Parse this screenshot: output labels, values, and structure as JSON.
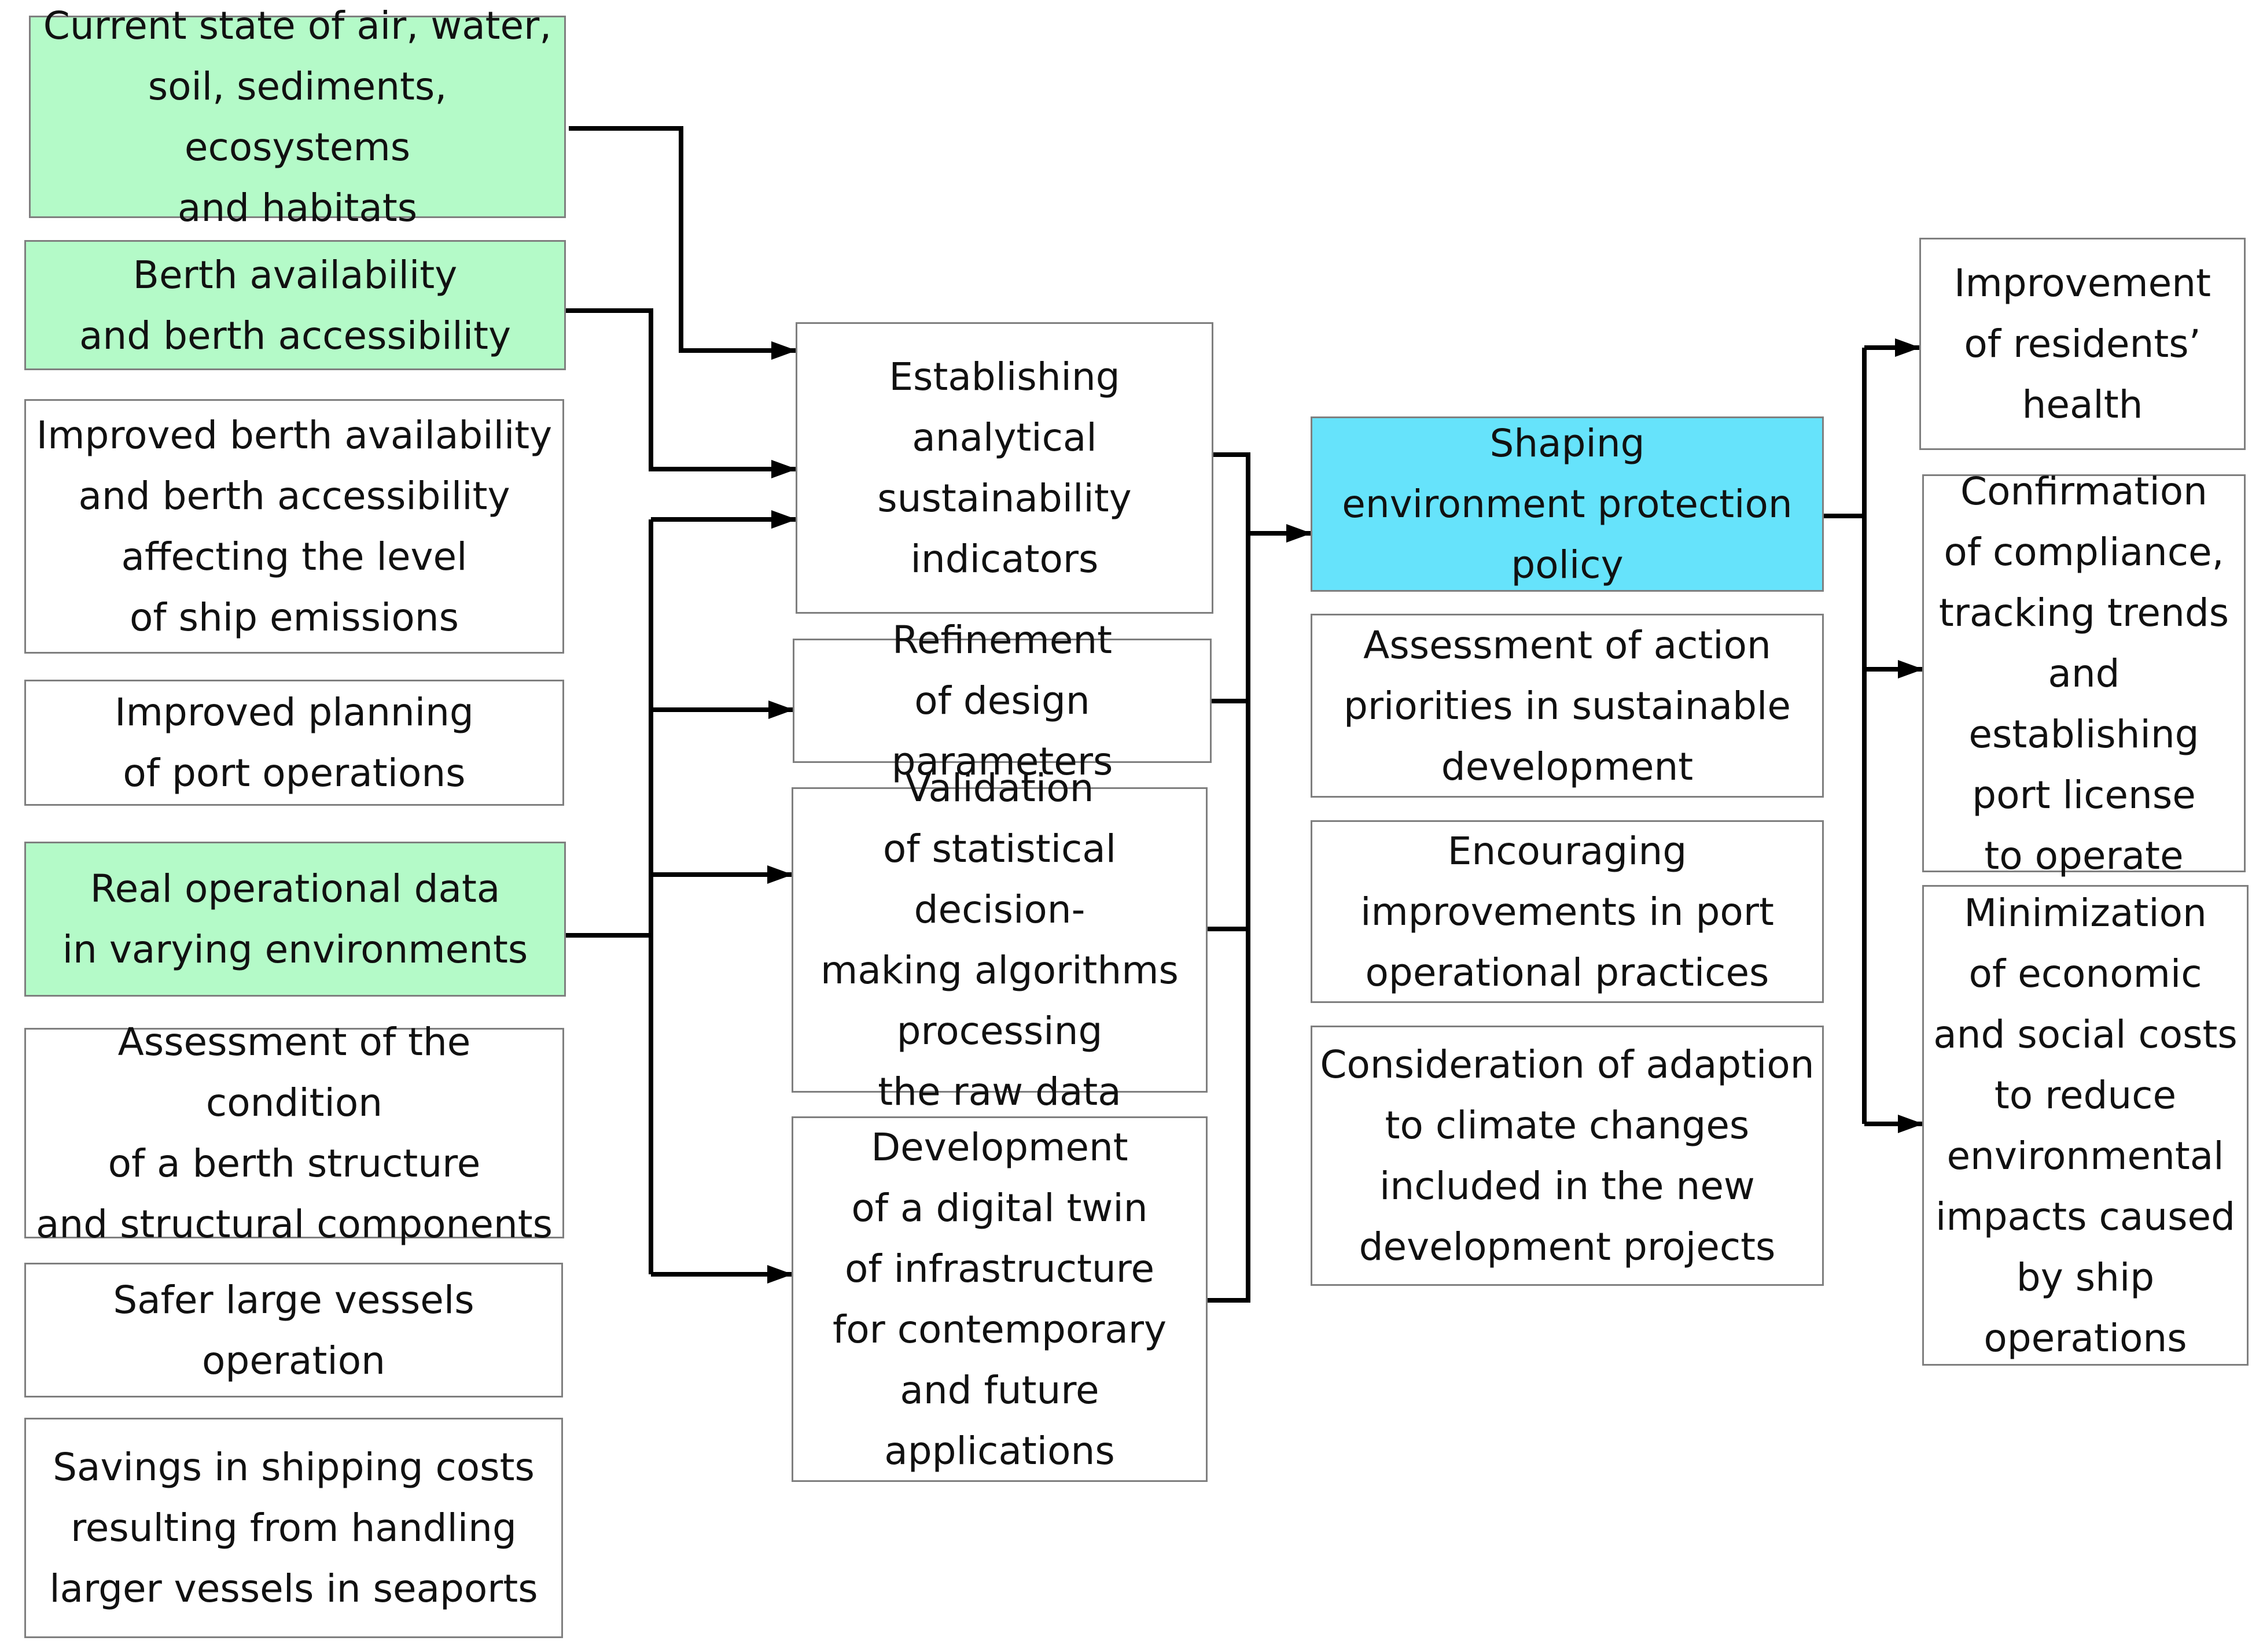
{
  "colors": {
    "input_highlight": "#b4fac8",
    "policy_highlight": "#66e3fb",
    "box_border": "#7f7f7f",
    "connector": "#000000"
  },
  "inputs": {
    "current_state": "Current state of air, water,\nsoil, sediments, ecosystems\nand habitats",
    "berth_availability": "Berth availability\nand berth accessibility",
    "improved_berth": "Improved berth availability\nand berth accessibility\naffecting the level\nof ship emissions",
    "improved_planning": "Improved planning\nof port operations",
    "real_data": "Real operational data\nin varying environments",
    "condition_assessment": "Assessment of the condition\nof a berth structure\nand structural components",
    "safer_vessels": "Safer large vessels\noperation",
    "savings": "Savings in shipping costs\nresulting from handling\nlarger vessels in seaports"
  },
  "process": {
    "indicators": "Establishing\nanalytical\nsustainability\nindicators",
    "refinement": "Refinement\nof design parameters",
    "validation": "Validation\nof statistical decision-\nmaking algorithms\nprocessing\nthe raw data",
    "digital_twin": "Development\nof a digital twin\nof  infrastructure\nfor contemporary\nand future\napplications"
  },
  "policy": {
    "shaping": "Shaping\nenvironment  protection\npolicy",
    "action_priorities": "Assessment of action\npriorities in sustainable\ndevelopment",
    "encouraging": "Encouraging\nimprovements in port\noperational practices",
    "climate": "Consideration of adaption\nto climate changes\nincluded in the new\ndevelopment projects"
  },
  "outcomes": {
    "health": "Improvement\nof  residents’\nhealth",
    "compliance": "Confirmation\nof compliance,\ntracking trends\nand establishing\nport license\nto operate",
    "minimization": "Minimization\nof economic\nand social costs\nto reduce\nenvironmental\nimpacts caused\nby ship\noperations"
  }
}
